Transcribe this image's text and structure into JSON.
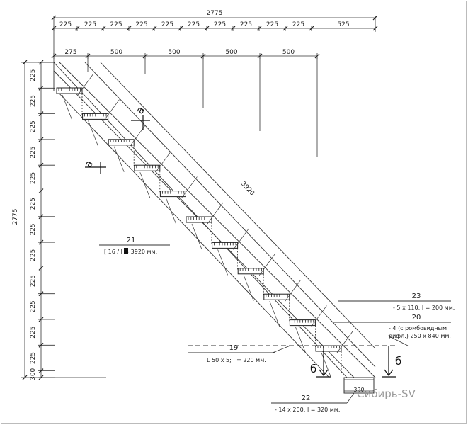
{
  "dimensions": {
    "top_total": "2775",
    "top_segments": [
      "225",
      "225",
      "225",
      "225",
      "225",
      "225",
      "225",
      "225",
      "225",
      "225",
      "525"
    ],
    "second_row": [
      "275",
      "500",
      "500",
      "500",
      "500"
    ],
    "left_total": "2775",
    "left_segments": [
      "225",
      "225",
      "225",
      "225",
      "225",
      "225",
      "225",
      "225",
      "225",
      "225",
      "225",
      "225",
      "300"
    ],
    "diagonal": "3920"
  },
  "callouts": {
    "c21": {
      "num": "21",
      "text": "[ 16 / l = 3920 мм."
    },
    "c23": {
      "num": "23",
      "text": "- 5 x 110; l = 200 мм."
    },
    "c20": {
      "num": "20",
      "text1": "- 4 (с ромбовидным",
      "text2": "рифл.) 250 x 840 мм."
    },
    "c19": {
      "num": "19",
      "text": "L  50 x 5; l = 220 мм."
    },
    "c22": {
      "num": "22",
      "text": "- 14 x 200; l = 320 мм."
    }
  },
  "base_label": "320",
  "section_a": "а",
  "section_b": "б",
  "watermark": "Сибирь-SV"
}
